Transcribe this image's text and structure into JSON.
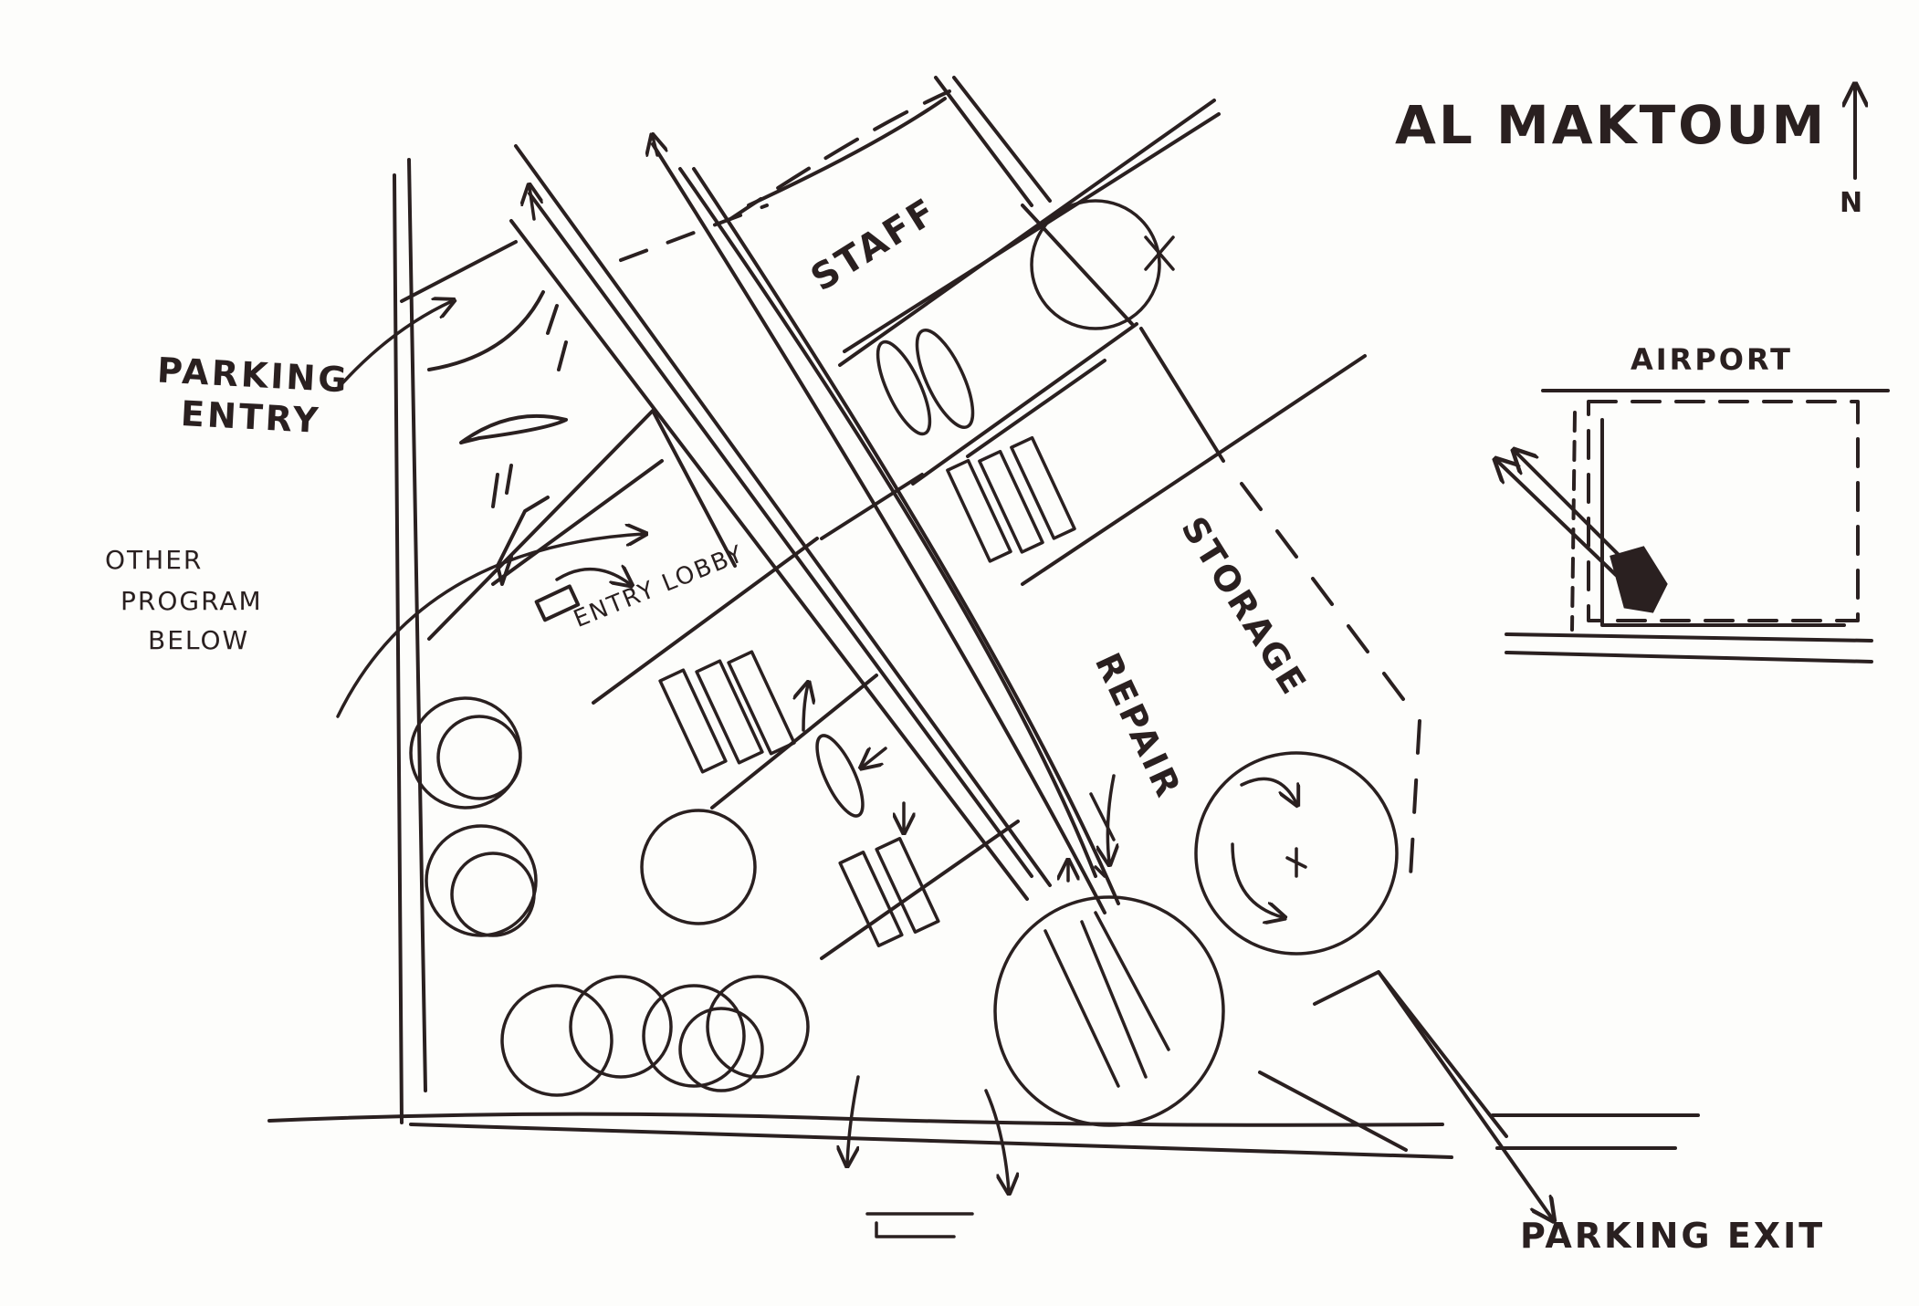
{
  "labels": {
    "site_name": "AL MAKTOUM",
    "north": "N",
    "parking_entry_line1": "PARKING",
    "parking_entry_line2": "ENTRY",
    "other_program_line1": "OTHER",
    "other_program_line2": "PROGRAM",
    "other_program_line3": "BELOW",
    "entry_lobby": "ENTRY LOBBY",
    "staff": "STAFF",
    "storage": "STORAGE",
    "repair": "REPAIR",
    "airport": "AIRPORT",
    "parking_exit": "PARKING EXIT"
  },
  "colors": {
    "ink": "#2a2020",
    "paper": "#fdfdfb"
  }
}
